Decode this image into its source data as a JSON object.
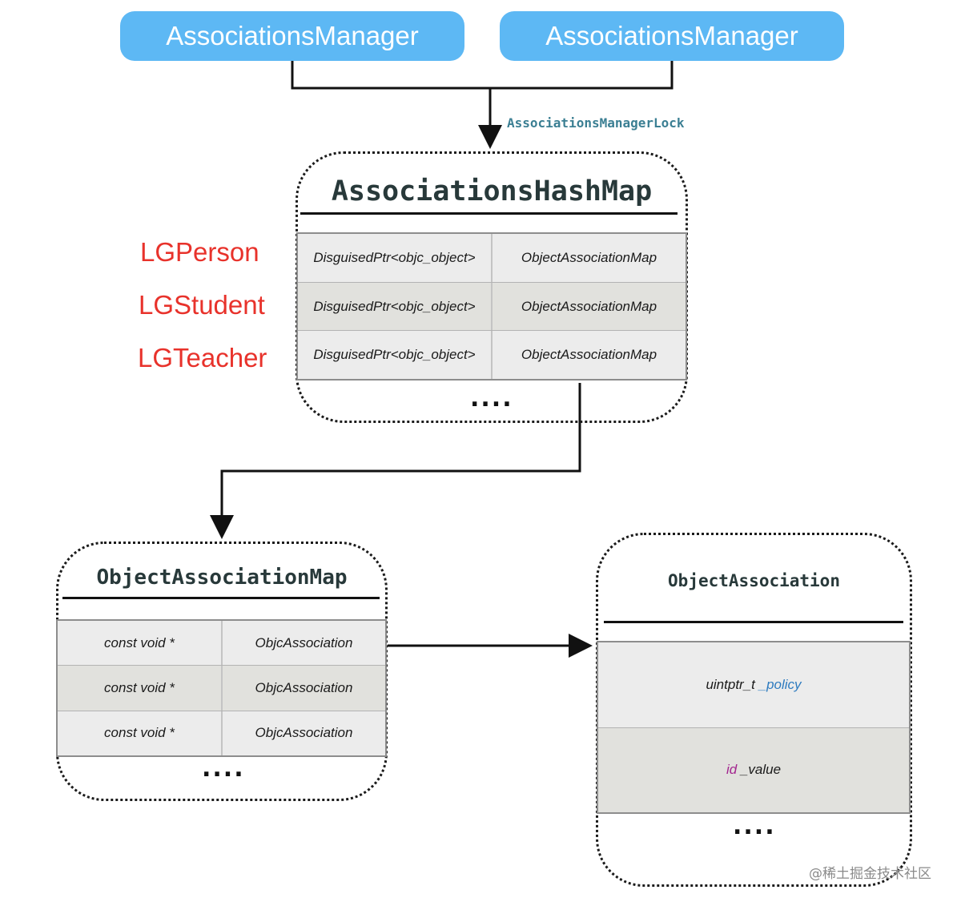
{
  "managers": [
    "AssociationsManager",
    "AssociationsManager"
  ],
  "lock_label": "AssociationsManagerLock",
  "hashmap": {
    "title": "AssociationsHashMap",
    "rows": [
      {
        "key": "DisguisedPtr<objc_object>",
        "value": "ObjectAssociationMap"
      },
      {
        "key": "DisguisedPtr<objc_object>",
        "value": "ObjectAssociationMap"
      },
      {
        "key": "DisguisedPtr<objc_object>",
        "value": "ObjectAssociationMap"
      }
    ],
    "ellipsis": "...."
  },
  "classes": [
    "LGPerson",
    "LGStudent",
    "LGTeacher"
  ],
  "object_map": {
    "title": "ObjectAssociationMap",
    "rows": [
      {
        "key": "const void *",
        "value": "ObjcAssociation"
      },
      {
        "key": "const void *",
        "value": "ObjcAssociation"
      },
      {
        "key": "const void *",
        "value": "ObjcAssociation"
      }
    ],
    "ellipsis": "...."
  },
  "association": {
    "title": "ObjectAssociation",
    "policy_type": "uintptr_t",
    "policy_name": "_policy",
    "value_type": "id",
    "value_name": "_value",
    "ellipsis": "...."
  },
  "watermark": "@稀土掘金技术社区",
  "colors": {
    "pill": "#5db8f4",
    "class_label": "#e8322b",
    "lock_label": "#3b7f93",
    "title": "#28393a",
    "keyword_blue": "#2e7bbf",
    "keyword_purple": "#a3268f"
  }
}
